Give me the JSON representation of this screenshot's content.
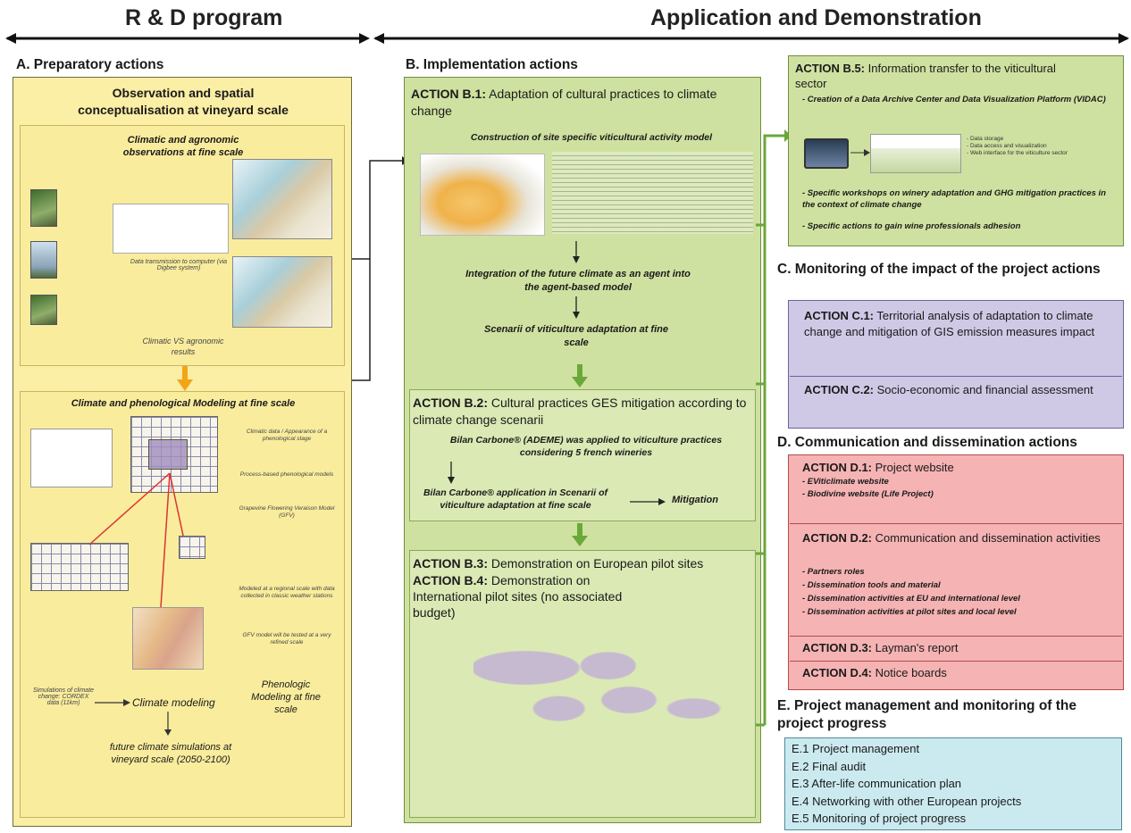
{
  "headers": {
    "rd": "R & D program",
    "app": "Application and Demonstration"
  },
  "sections": {
    "A": "A. Preparatory actions",
    "B": "B. Implementation actions",
    "C": "C. Monitoring of the impact of the project actions",
    "D": "D. Communication and dissemination actions",
    "E": "E. Project management and monitoring of the project progress"
  },
  "A": {
    "title": "Observation and spatial conceptualisation at vineyard scale",
    "obs_title": "Climatic and agronomic observations at fine scale",
    "data_transmission": "Data transmission to computer (via Digbee system)",
    "compare": "Climatic VS agronomic results",
    "model_title": "Climate and phenological Modeling at fine scale",
    "climate_modeling": "Climate modeling",
    "future": "future climate simulations at vineyard scale (2050-2100)",
    "pheno": "Phenologic Modeling at fine scale",
    "sims": "Simulations of climate change: CORDEX data (11km)",
    "steps": [
      "Climatic data / Appearance of a phenological stage",
      "Process-based phenological models",
      "Grapevine Flowering Veraison Model (GFV)",
      "Modeled at a regional scale with data collected in classic weather stations",
      "GFV model will be tested at a very refined scale"
    ]
  },
  "B": {
    "b1_label": "ACTION B.1:",
    "b1_text": "Adaptation of cultural practices to climate change",
    "b1_sub": "Construction of site specific viticultural activity model",
    "integration": "Integration of the future climate as an agent into the agent-based model",
    "scenarii": "Scenarii of viticulture adaptation at fine scale",
    "b2_label": "ACTION B.2:",
    "b2_text": "Cultural practices GES mitigation according to climate change scenarii",
    "b2_sub": "Bilan Carbone® (ADEME) was applied to viticulture practices considering 5 french wineries",
    "b2_app": "Bilan Carbone® application in Scenarii of viticulture adaptation at fine scale",
    "mitigation": "Mitigation",
    "b3_label": "ACTION B.3:",
    "b3_text": "Demonstration on European pilot sites",
    "b4_label": "ACTION B.4:",
    "b4_text": "Demonstration on International pilot sites (no associated budget)"
  },
  "B5": {
    "label": "ACTION B.5:",
    "text": "Information transfer to the viticultural sector",
    "items": [
      "- Creation of a Data Archive Center and Data Visualization Platform (VIDAC)",
      "- Specific workshops on winery adaptation and GHG mitigation practices in the context of climate change",
      "- Specific actions to gain wine professionals adhesion"
    ],
    "bullets": [
      "- Data storage",
      "- Data access and visualization",
      "- Web interface for the viticulture sector"
    ]
  },
  "C": {
    "c1_label": "ACTION C.1:",
    "c1_text": "Territorial analysis of adaptation to climate change and mitigation of GIS emission measures impact",
    "c2_label": "ACTION C.2:",
    "c2_text": "Socio-economic and financial assessment"
  },
  "D": {
    "d1_label": "ACTION D.1:",
    "d1_text": "Project website",
    "d1_items": [
      "- EViticlimate website",
      "- Biodivine website (Life Project)"
    ],
    "d2_label": "ACTION D.2:",
    "d2_text": "Communication and dissemination activities",
    "d2_items": [
      "- Partners roles",
      "- Dissemination tools and material",
      "- Dissemination activities at EU and international level",
      "- Dissemination activities at pilot sites and local level"
    ],
    "d3_label": "ACTION D.3:",
    "d3_text": "Layman's report",
    "d4_label": "ACTION D.4:",
    "d4_text": "Notice boards"
  },
  "E": {
    "items": [
      "E.1 Project management",
      "E.2 Final audit",
      "E.3 After-life communication plan",
      "E.4 Networking with other European projects",
      "E.5 Monitoring of project progress"
    ]
  },
  "colors": {
    "yellow": "#fbeea5",
    "green": "#cfe1a0",
    "purple": "#cfc9e6",
    "pink": "#f5b3b3",
    "blue": "#cbeaf0",
    "arrow_green": "#6aa83a",
    "arrow_orange": "#f2a516"
  }
}
